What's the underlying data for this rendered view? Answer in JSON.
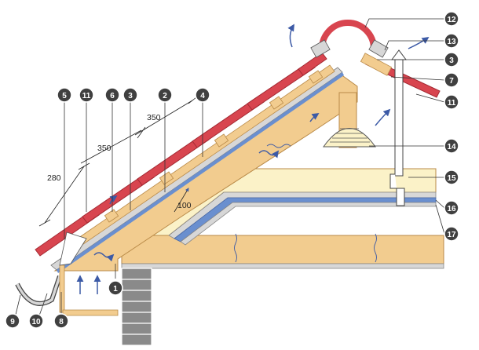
{
  "colors": {
    "tile": "#d8454f",
    "tile_dark": "#a32a33",
    "timber": "#f2cc8f",
    "timber_dark": "#b98a48",
    "insulation": "#fbf2c8",
    "board_grey": "#d7d7d7",
    "membrane_blue": "#6a8fcf",
    "airflow": "#3c5aa6",
    "brick": "#8a8a8a",
    "callout_fill": "#404040"
  },
  "icons": {
    "callout": "numbered-circle",
    "airflow": "curved-arrow",
    "brick": "grey-brick"
  },
  "dimensions": {
    "d280": "280",
    "d350a": "350",
    "d350b": "350",
    "d100": "100"
  },
  "callouts": [
    {
      "label": "1"
    },
    {
      "label": "2"
    },
    {
      "label": "3"
    },
    {
      "label": "3"
    },
    {
      "label": "4"
    },
    {
      "label": "5"
    },
    {
      "label": "6"
    },
    {
      "label": "7"
    },
    {
      "label": "8"
    },
    {
      "label": "9"
    },
    {
      "label": "10"
    },
    {
      "label": "11"
    },
    {
      "label": "11"
    },
    {
      "label": "12"
    },
    {
      "label": "13"
    },
    {
      "label": "14"
    },
    {
      "label": "15"
    },
    {
      "label": "16"
    },
    {
      "label": "17"
    }
  ]
}
